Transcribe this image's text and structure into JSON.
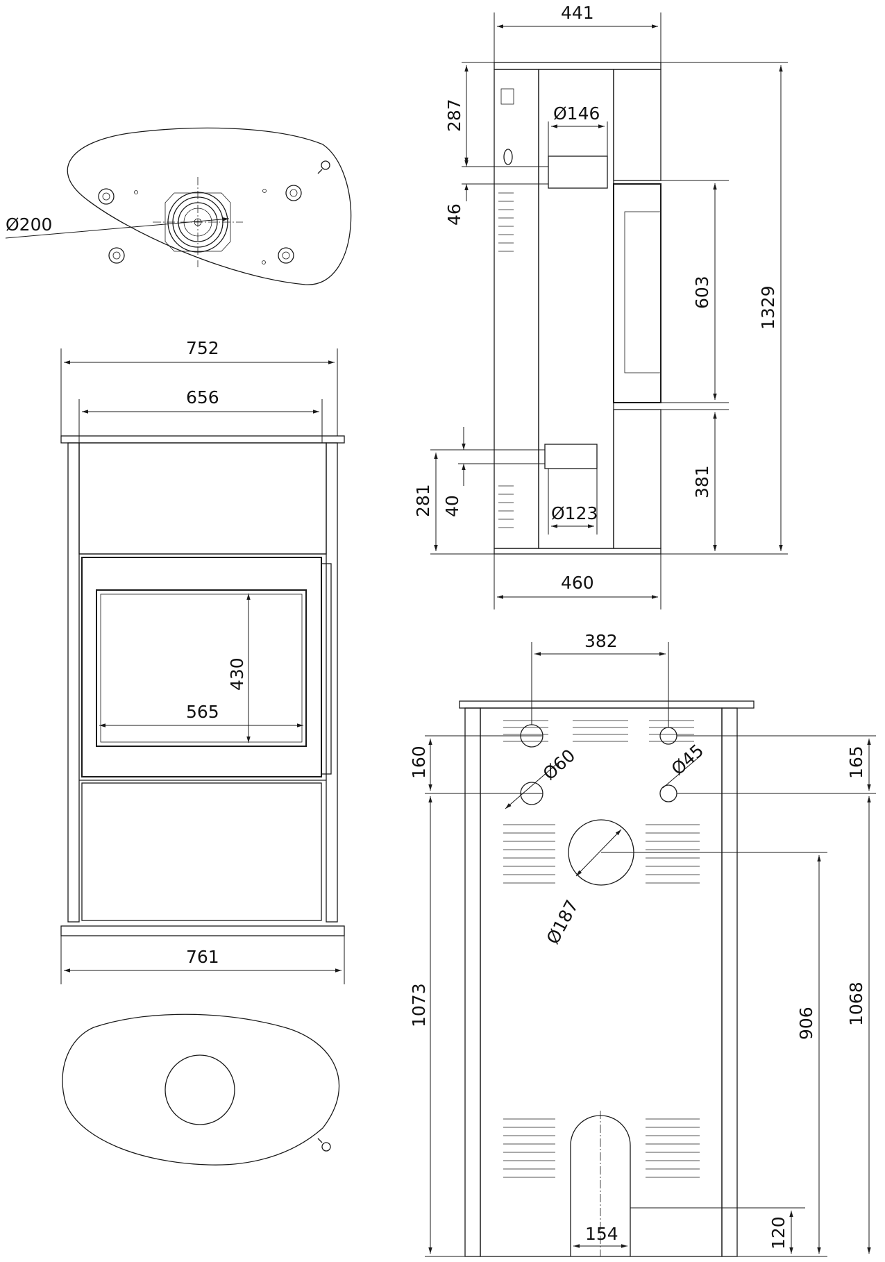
{
  "accent_color": "#1a1a1a",
  "background_color": "#ffffff",
  "dimensions": {
    "top_flue_diameter": "Ø200",
    "front_width_top": "752",
    "front_width_inner": "656",
    "glass_height": "430",
    "glass_width": "565",
    "front_width_base": "761",
    "side_depth_top": "441",
    "side_top_to_rear_flue": "287",
    "side_rear_flue_diameter": "Ø146",
    "side_rear_flue_offset": "46",
    "side_door_height": "603",
    "side_total_height": "1329",
    "side_lower_height": "381",
    "side_rear_lower_height": "281",
    "side_lower_offset": "40",
    "side_lower_flue_diameter": "Ø123",
    "side_depth_base": "460",
    "rear_air_spacing": "382",
    "rear_left_offset": "160",
    "rear_air_left_diameter": "Ø60",
    "rear_air_right_diameter": "Ø45",
    "rear_right_offset": "165",
    "rear_flue_diameter": "Ø187",
    "rear_left_height": "1073",
    "rear_flue_height": "906",
    "rear_right_height": "1068",
    "rear_bottom_outlet_height": "120",
    "rear_bottom_outlet_width": "154"
  }
}
